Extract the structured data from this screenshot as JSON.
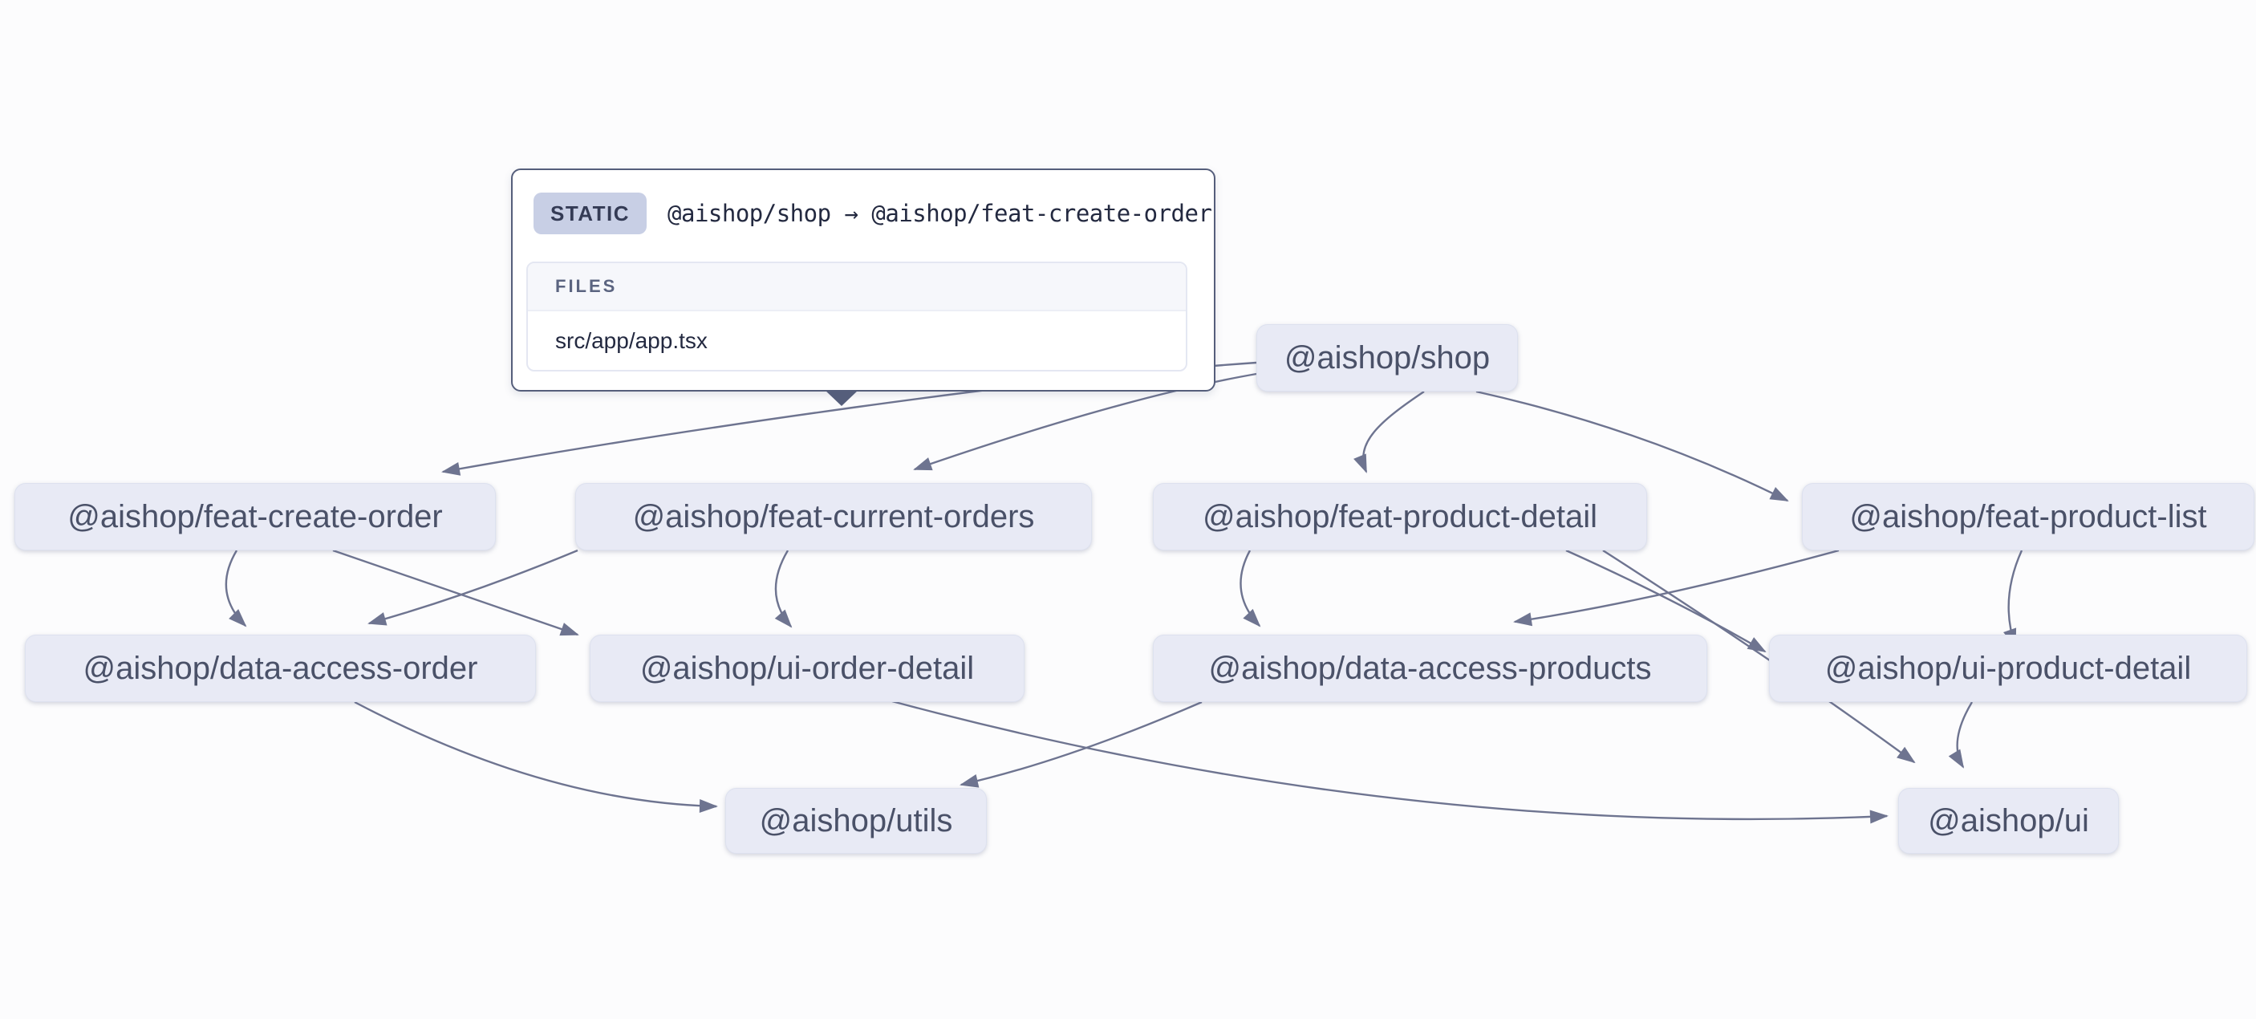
{
  "canvas": {
    "background": "#fcfcfd"
  },
  "tooltip": {
    "type_badge": "STATIC",
    "title": "@aishop/shop → @aishop/feat-create-order",
    "files_heading": "FILES",
    "files": [
      "src/app/app.tsx"
    ]
  },
  "graph": {
    "nodes": [
      {
        "id": "shop",
        "label": "@aishop/shop"
      },
      {
        "id": "feat-create-order",
        "label": "@aishop/feat-create-order"
      },
      {
        "id": "feat-current-orders",
        "label": "@aishop/feat-current-orders"
      },
      {
        "id": "feat-product-detail",
        "label": "@aishop/feat-product-detail"
      },
      {
        "id": "feat-product-list",
        "label": "@aishop/feat-product-list"
      },
      {
        "id": "data-access-order",
        "label": "@aishop/data-access-order"
      },
      {
        "id": "ui-order-detail",
        "label": "@aishop/ui-order-detail"
      },
      {
        "id": "data-access-products",
        "label": "@aishop/data-access-products"
      },
      {
        "id": "ui-product-detail",
        "label": "@aishop/ui-product-detail"
      },
      {
        "id": "utils",
        "label": "@aishop/utils"
      },
      {
        "id": "ui",
        "label": "@aishop/ui"
      }
    ],
    "edges": [
      {
        "from": "shop",
        "to": "feat-create-order"
      },
      {
        "from": "shop",
        "to": "feat-current-orders"
      },
      {
        "from": "shop",
        "to": "feat-product-detail"
      },
      {
        "from": "shop",
        "to": "feat-product-list"
      },
      {
        "from": "feat-create-order",
        "to": "data-access-order"
      },
      {
        "from": "feat-create-order",
        "to": "ui-order-detail"
      },
      {
        "from": "feat-current-orders",
        "to": "data-access-order"
      },
      {
        "from": "feat-current-orders",
        "to": "ui-order-detail"
      },
      {
        "from": "feat-product-detail",
        "to": "data-access-products"
      },
      {
        "from": "feat-product-detail",
        "to": "ui-product-detail"
      },
      {
        "from": "feat-product-detail",
        "to": "ui"
      },
      {
        "from": "feat-product-list",
        "to": "data-access-products"
      },
      {
        "from": "feat-product-list",
        "to": "ui-product-detail"
      },
      {
        "from": "ui-product-detail",
        "to": "ui"
      },
      {
        "from": "ui-order-detail",
        "to": "ui"
      },
      {
        "from": "data-access-order",
        "to": "utils"
      },
      {
        "from": "data-access-products",
        "to": "utils"
      }
    ],
    "colors": {
      "background": "#fcfcfd",
      "node_bg": "#e8eaf5",
      "node_border": "#dde1ef",
      "node_text": "#4a5168",
      "edge": "#6e7490",
      "tooltip_border": "#555e7b",
      "badge_bg": "#c8cfe5",
      "badge_text": "#343b55"
    }
  }
}
